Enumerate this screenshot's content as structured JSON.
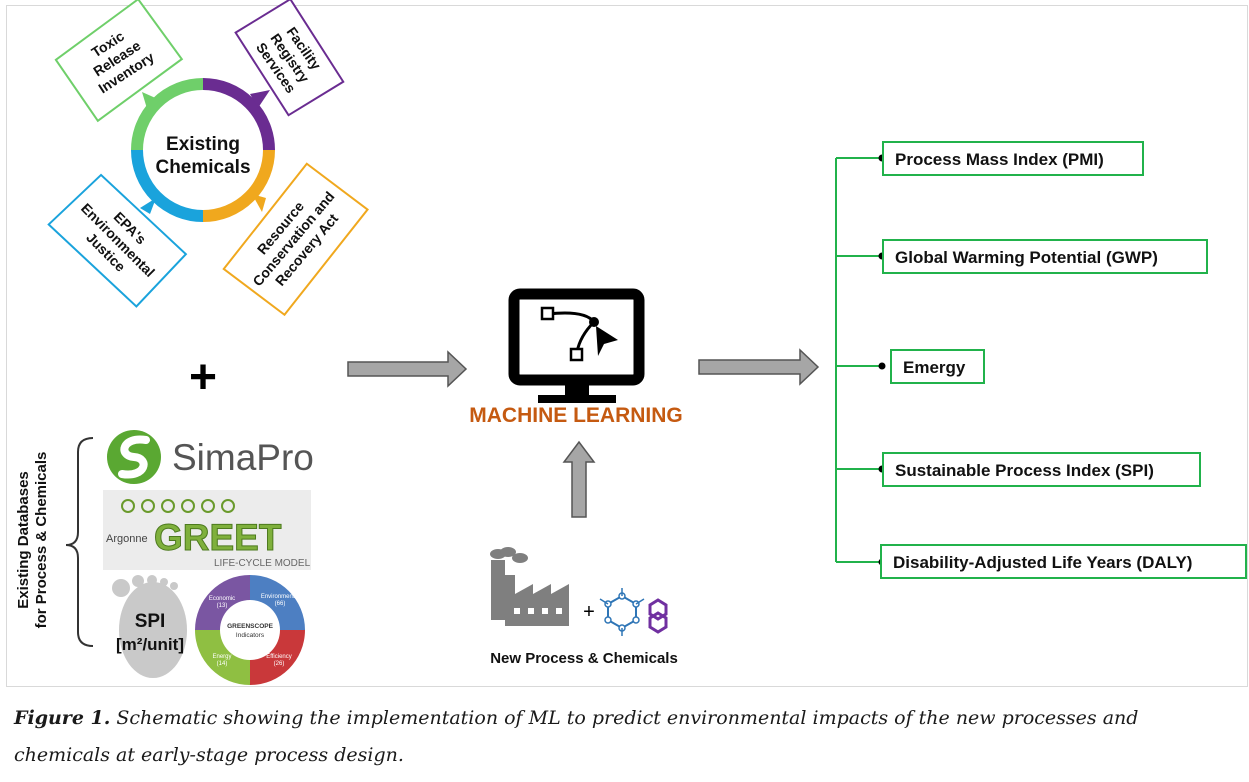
{
  "center_circle": {
    "line1": "Existing",
    "line2": "Chemicals"
  },
  "tags": {
    "tri": [
      "Toxic",
      "Release",
      "Inventory"
    ],
    "frs": [
      "Facility",
      "Registry",
      "Services"
    ],
    "epa": [
      "EPA's",
      "Environmental",
      "Justice"
    ],
    "rcra": [
      "Resource",
      "Conservation and",
      "Recovery Act"
    ]
  },
  "plus_sign": "+",
  "databases_label": [
    "Existing Databases",
    "for Process & Chemicals"
  ],
  "logos": {
    "simapro": "SimaPro",
    "greet": "GREET",
    "greet_sub": "LIFE-CYCLE MODEL",
    "argonne": "Argonne",
    "spi_line1": "SPI",
    "spi_line2": "[m²/unit]",
    "gs_center1": "GREENSCOPE",
    "gs_center2": "Indicators",
    "gs_economic": "Economic",
    "gs_economic_n": "(13)",
    "gs_environmental": "Environmental",
    "gs_environmental_n": "(66)",
    "gs_efficiency": "Efficiency",
    "gs_efficiency_n": "(26)",
    "gs_energy": "Energy",
    "gs_energy_n": "(14)"
  },
  "ml_label": "MACHINE LEARNING",
  "new_process_label": "New Process & Chemicals",
  "small_plus": "+",
  "outputs": [
    "Process Mass Index (PMI)",
    "Global Warming Potential (GWP)",
    "Emergy",
    "Sustainable Process Index (SPI)",
    "Disability-Adjusted Life Years (DALY)"
  ],
  "caption": {
    "label": "Figure 1.",
    "text": " Schematic showing the implementation of ML to predict environmental impacts of the new processes and chemicals at early-stage process design."
  },
  "colors": {
    "green": "#6fcf6a",
    "purple": "#6a2c91",
    "blue": "#1aa3dc",
    "orange": "#f0a81e",
    "ml_orange": "#c55a11",
    "output_green": "#21b24b",
    "arrow_gray": "#a6a6a6"
  }
}
